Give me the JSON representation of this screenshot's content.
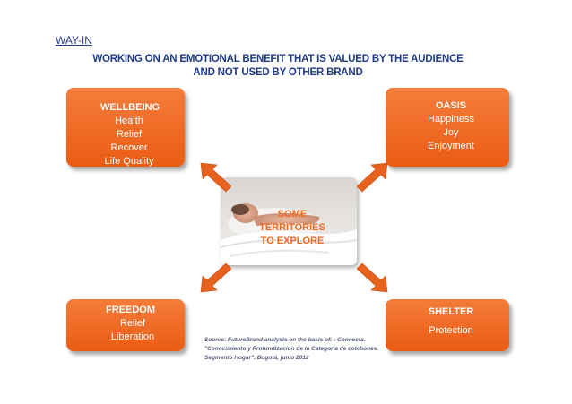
{
  "section_label": "WAY-IN",
  "headline": {
    "line1": "WORKING ON AN EMOTIONAL BENEFIT THAT IS VALUED BY THE AUDIENCE",
    "line2": "AND NOT USED BY OTHER BRAND"
  },
  "center": {
    "lines": [
      "SOME",
      "TERRITORIES",
      "TO EXPLORE"
    ]
  },
  "territories": {
    "wellbeing": {
      "title": "WELLBEING",
      "items": [
        "Health",
        "Relief",
        "Recover",
        "Life Quality"
      ]
    },
    "oasis": {
      "title": "OASIS",
      "items": [
        "Happiness",
        "Joy",
        "Enjoyment"
      ]
    },
    "freedom": {
      "title": "FREEDOM",
      "items": [
        "Relief",
        "Liberation"
      ]
    },
    "shelter": {
      "title": "SHELTER",
      "items": [
        "Protection"
      ]
    }
  },
  "source": {
    "lines": [
      "Source: FutureBrand analysis on the basis of: : Connecta.",
      "\"Conocimiento y Profundización de la Categoría de colchones.",
      "Segmento Hogar\". Bogotá, junio 2012"
    ]
  },
  "colors": {
    "accent": "#ee6a22",
    "headline": "#1f3a8a",
    "arrow": "#e8621f"
  }
}
